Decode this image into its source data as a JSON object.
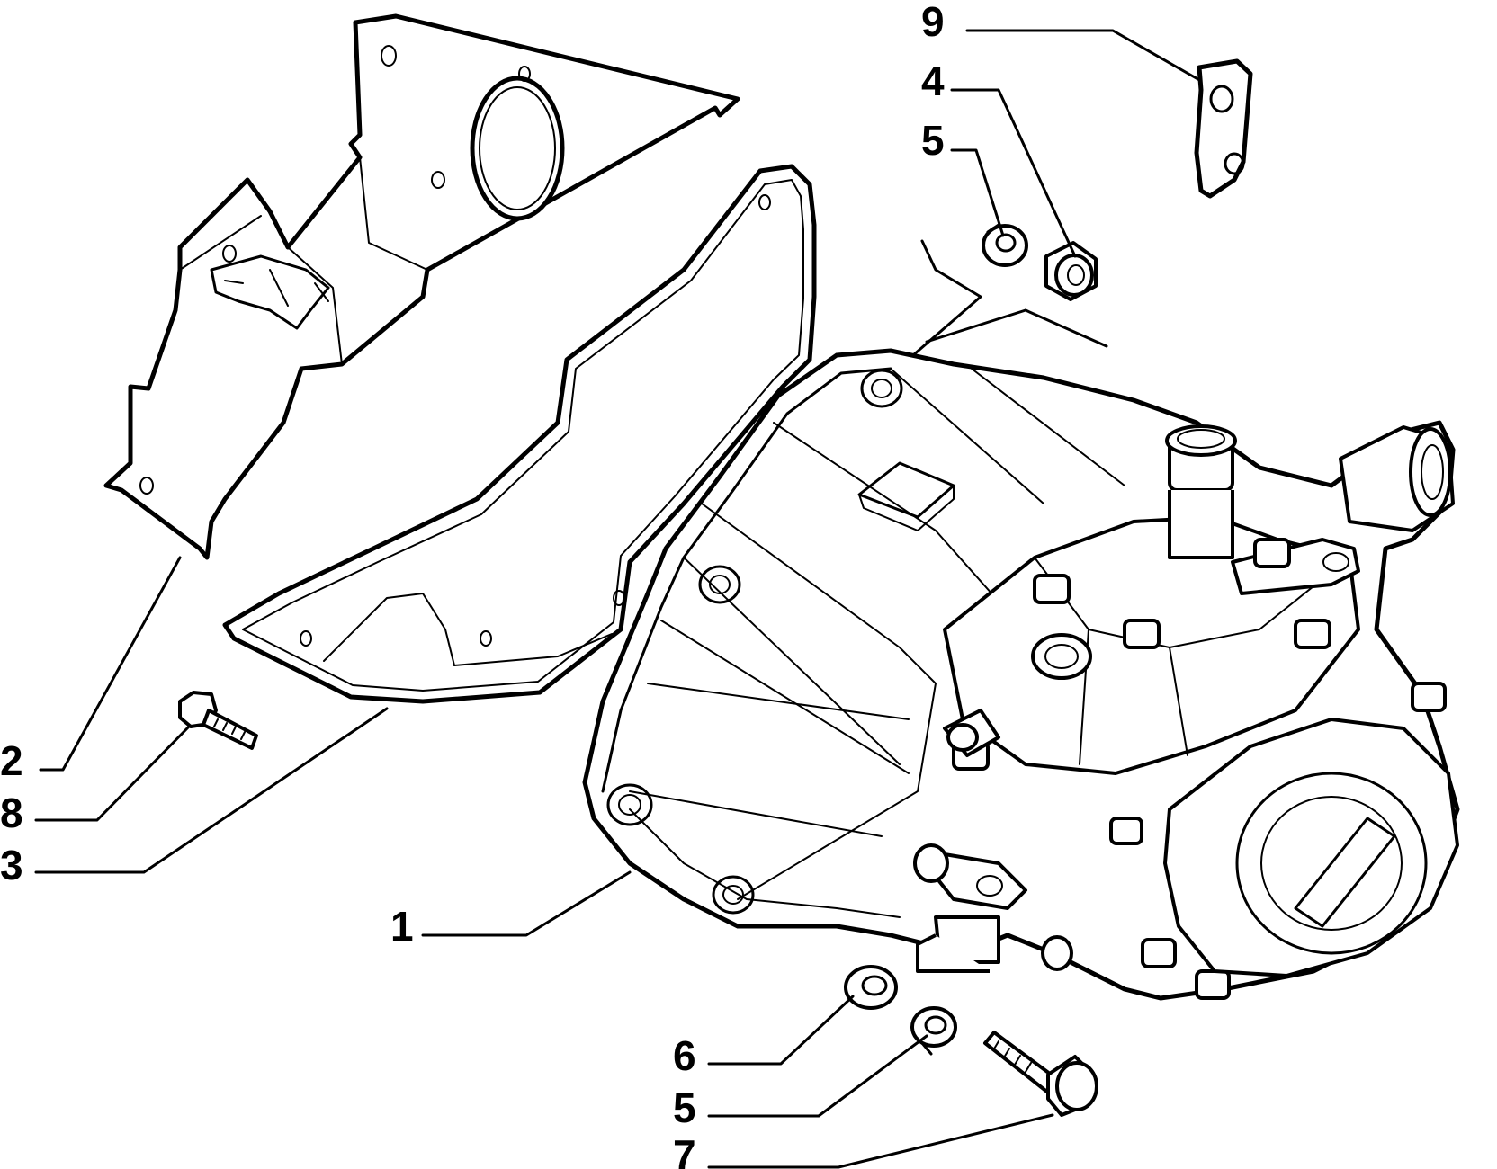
{
  "diagram": {
    "callouts": [
      {
        "id": "c9",
        "label": "9"
      },
      {
        "id": "c4",
        "label": "4"
      },
      {
        "id": "c5a",
        "label": "5"
      },
      {
        "id": "c2",
        "label": "2"
      },
      {
        "id": "c8",
        "label": "8"
      },
      {
        "id": "c3",
        "label": "3"
      },
      {
        "id": "c1",
        "label": "1"
      },
      {
        "id": "c6",
        "label": "6"
      },
      {
        "id": "c5b",
        "label": "5"
      },
      {
        "id": "c7",
        "label": "7"
      }
    ]
  }
}
